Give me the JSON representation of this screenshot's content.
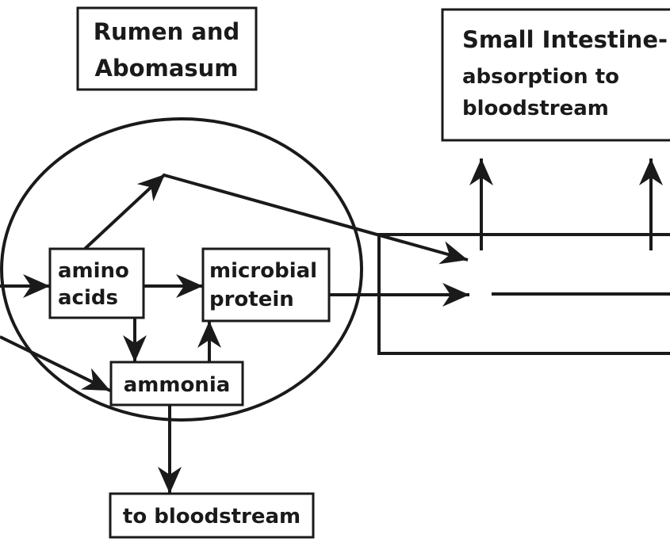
{
  "labels": {
    "rumen": [
      "Rumen and",
      "Abomasum"
    ],
    "intestine": [
      "Small Intestine-",
      "absorption to",
      "bloodstream"
    ],
    "amino": [
      "amino",
      "acids"
    ],
    "microbial": [
      "microbial",
      "protein"
    ],
    "ammonia": "ammonia",
    "blood": "to bloodstream"
  },
  "colors": {
    "stroke": "#1a1a1a",
    "background": "#ffffff"
  }
}
